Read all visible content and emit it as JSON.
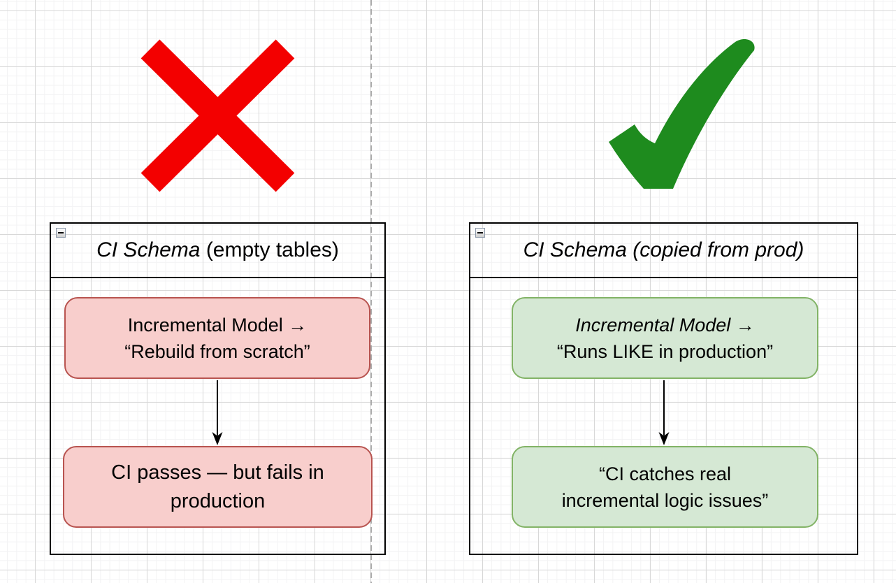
{
  "canvas": {
    "background_color": "#ffffff",
    "grid_minor_color": "#f3f3f4",
    "grid_major_color": "#d8d8d8",
    "page_break_color": "#a9a9a9"
  },
  "left_flow": {
    "verdict_icon": "red-x-mark",
    "verdict_color": "#f30000",
    "schema": {
      "collapse_icon": "minus",
      "title_italic": "CI Schema",
      "title_regular": " (empty tables)",
      "border_color": "#000000"
    },
    "step1": {
      "line1": "Incremental Model →",
      "line2": "“Rebuild from scratch”",
      "fill_color": "#f8cecc",
      "border_color": "#b85450"
    },
    "connector": "arrow-down",
    "step2": {
      "line1": "CI passes — but fails in",
      "line2": "production",
      "fill_color": "#f8cecc",
      "border_color": "#b85450"
    }
  },
  "right_flow": {
    "verdict_icon": "green-check-mark",
    "verdict_color": "#1e8b1e",
    "schema": {
      "collapse_icon": "minus",
      "title_italic": "CI Schema (copied from prod)",
      "title_regular": "",
      "border_color": "#000000"
    },
    "step1": {
      "line1": "Incremental Model →",
      "line2": "“Runs LIKE in production”",
      "fill_color": "#d5e8d4",
      "border_color": "#82b366"
    },
    "connector": "arrow-down",
    "step2": {
      "line1": "“CI catches real",
      "line2": "incremental logic issues”",
      "fill_color": "#d5e8d4",
      "border_color": "#82b366"
    }
  }
}
